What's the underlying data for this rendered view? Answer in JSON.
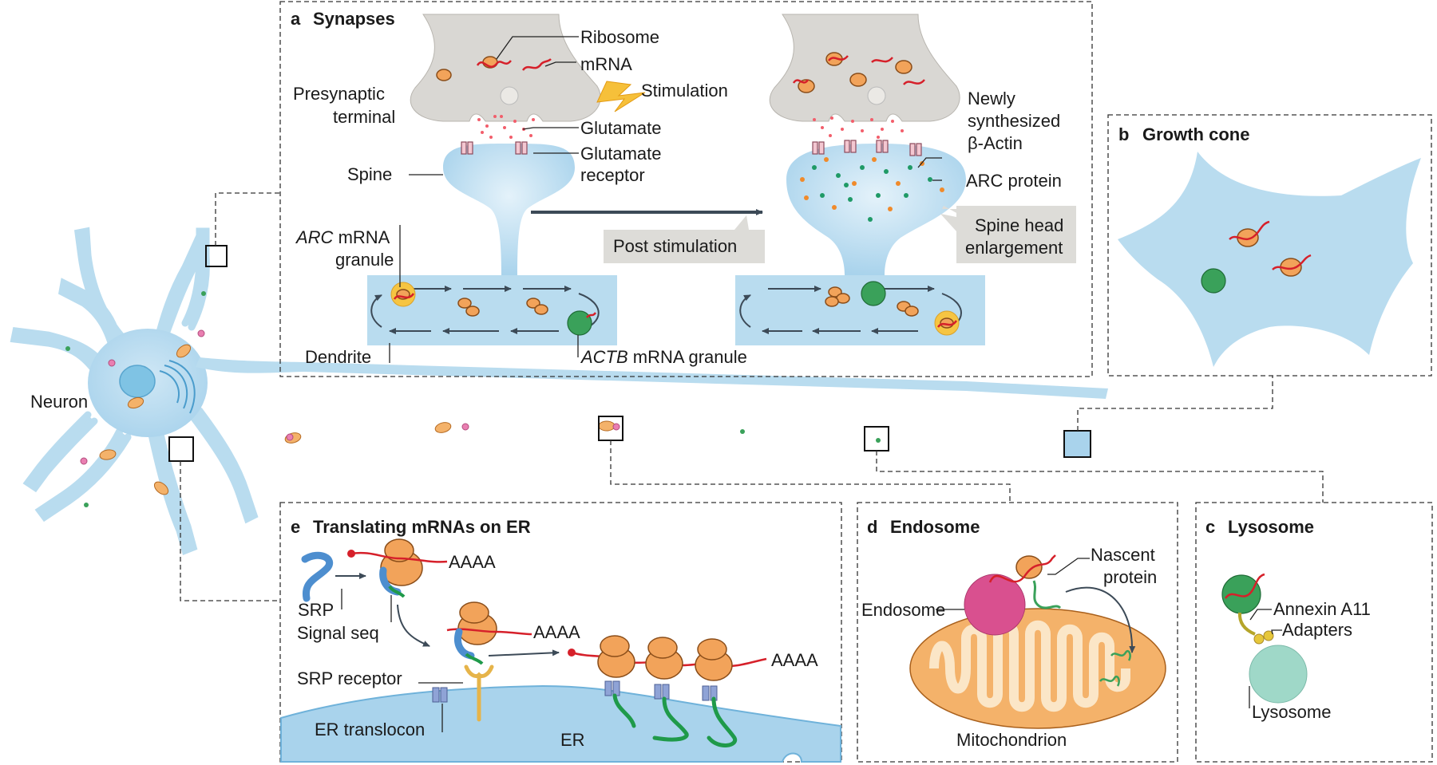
{
  "neuron_label": "Neuron",
  "panel_a": {
    "letter": "a",
    "title": "Synapses",
    "labels": {
      "ribosome": "Ribosome",
      "mrna": "mRNA",
      "presynaptic_1": "Presynaptic",
      "presynaptic_2": "terminal",
      "stimulation": "Stimulation",
      "glutamate": "Glutamate",
      "glut_receptor_1": "Glutamate",
      "glut_receptor_2": "receptor",
      "spine": "Spine",
      "arc_granule_italic": "ARC",
      "arc_granule_rest": " mRNA",
      "arc_granule_2": "granule",
      "dendrite": "Dendrite",
      "actb_italic": "ACTB",
      "actb_rest": " mRNA granule",
      "post_stimulation": "Post stimulation",
      "newly_1": "Newly",
      "newly_2": "synthesized",
      "newly_3": "β-Actin",
      "arc_protein": "ARC protein",
      "enlarge_1": "Spine head",
      "enlarge_2": "enlargement"
    }
  },
  "panel_b": {
    "letter": "b",
    "title": "Growth cone"
  },
  "panel_c": {
    "letter": "c",
    "title": "Lysosome",
    "labels": {
      "annexin": "Annexin A11",
      "adapters": "Adapters",
      "lysosome": "Lysosome"
    }
  },
  "panel_d": {
    "letter": "d",
    "title": "Endosome",
    "labels": {
      "nascent_1": "Nascent",
      "nascent_2": "protein",
      "endosome": "Endosome",
      "mitochondrion": "Mitochondrion"
    }
  },
  "panel_e": {
    "letter": "e",
    "title": "Translating mRNAs on ER",
    "labels": {
      "srp": "SRP",
      "signal_seq": "Signal seq",
      "srp_receptor": "SRP receptor",
      "er_translocon": "ER translocon",
      "er": "ER",
      "polya_1": "AAAA",
      "polya_2": "AAAA",
      "polya_3": "AAAA"
    }
  },
  "colors": {
    "cytoplasm": "#b9dcef",
    "ribosome": "#f2a35a",
    "mrna": "#d6202a",
    "actb_granule": "#3aa15a",
    "arc_granule": "#f6c542",
    "endosome": "#d9508f",
    "lysosome": "#9fd8c8",
    "mitochondrion": "#f4b26a",
    "callout": "#dddcd8",
    "presynaptic": "#d9d7d3"
  }
}
